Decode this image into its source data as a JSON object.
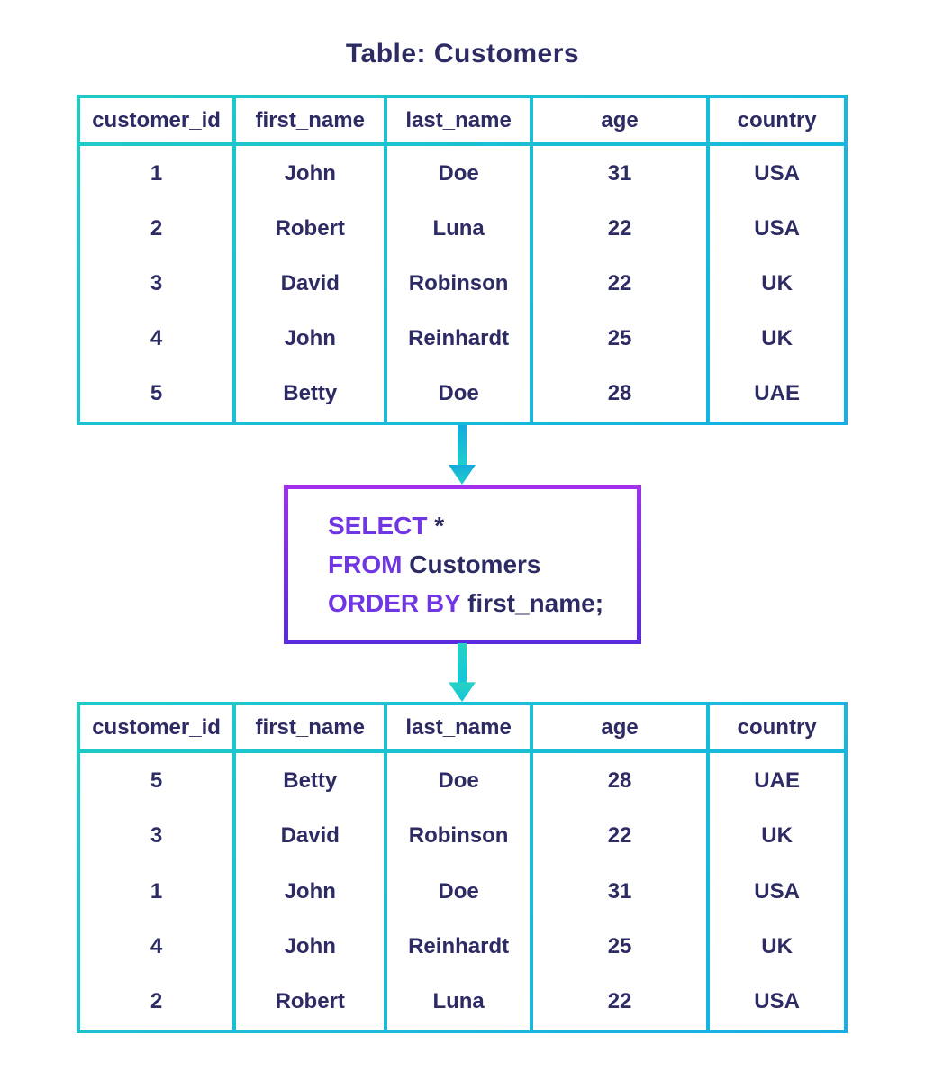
{
  "title": "Table: Customers",
  "columns": [
    "customer_id",
    "first_name",
    "last_name",
    "age",
    "country"
  ],
  "source_table": {
    "rows": [
      [
        "1",
        "John",
        "Doe",
        "31",
        "USA"
      ],
      [
        "2",
        "Robert",
        "Luna",
        "22",
        "USA"
      ],
      [
        "3",
        "David",
        "Robinson",
        "22",
        "UK"
      ],
      [
        "4",
        "John",
        "Reinhardt",
        "25",
        "UK"
      ],
      [
        "5",
        "Betty",
        "Doe",
        "28",
        "UAE"
      ]
    ]
  },
  "query": {
    "lines": [
      {
        "segments": [
          {
            "text": "SELECT",
            "keyword": true
          },
          {
            "text": " *",
            "keyword": false
          }
        ]
      },
      {
        "segments": [
          {
            "text": "FROM",
            "keyword": true
          },
          {
            "text": " Customers",
            "keyword": false
          }
        ]
      },
      {
        "segments": [
          {
            "text": "ORDER BY",
            "keyword": true
          },
          {
            "text": " first_name;",
            "keyword": false
          }
        ]
      }
    ]
  },
  "result_table": {
    "rows": [
      [
        "5",
        "Betty",
        "Doe",
        "28",
        "UAE"
      ],
      [
        "3",
        "David",
        "Robinson",
        "22",
        "UK"
      ],
      [
        "1",
        "John",
        "Doe",
        "31",
        "USA"
      ],
      [
        "4",
        "John",
        "Reinhardt",
        "25",
        "UK"
      ],
      [
        "2",
        "Robert",
        "Luna",
        "22",
        "USA"
      ]
    ]
  },
  "colors": {
    "text_navy": "#2d2b63",
    "keyword_purple": "#7136e4",
    "border_teal": "#1fcbc5",
    "border_blue": "#13b0e6",
    "box_purple_top": "#a02ff0",
    "box_purple_bottom": "#5a2ade",
    "arrow1_top": "#16aade",
    "arrow1_bottom": "#1fd0ca",
    "arrow2_top": "#27d2c3",
    "arrow2_bottom": "#13c6da",
    "bg": "#ffffff"
  }
}
